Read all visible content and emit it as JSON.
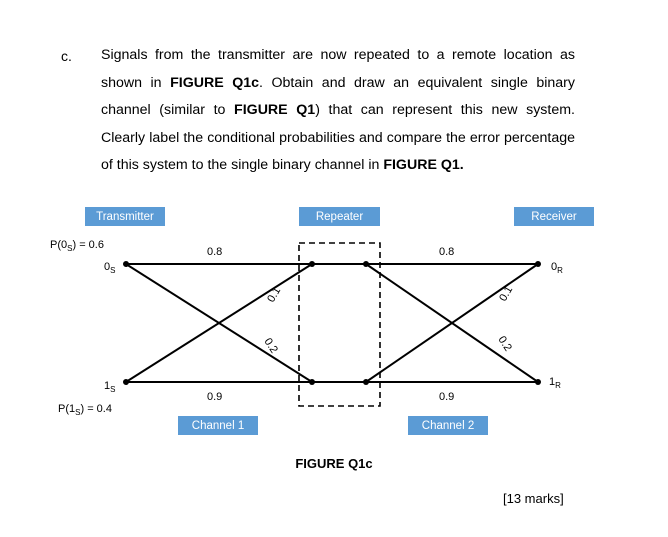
{
  "question": {
    "number": "c.",
    "segments": [
      {
        "t": "Signals from the transmitter are now repeated to a remote location as shown in ",
        "b": false
      },
      {
        "t": "FIGURE Q1c",
        "b": true
      },
      {
        "t": ". Obtain and draw an equivalent single binary channel (similar to ",
        "b": false
      },
      {
        "t": "FIGURE Q1",
        "b": true
      },
      {
        "t": ") that can represent this new system. Clearly label the conditional probabilities and compare the error percentage of this system to the single binary channel in ",
        "b": false
      },
      {
        "t": "FIGURE Q1.",
        "b": true
      }
    ]
  },
  "figure": {
    "boxes": {
      "transmitter": "Transmitter",
      "repeater": "Repeater",
      "receiver": "Receiver",
      "channel1": "Channel 1",
      "channel2": "Channel 2"
    },
    "box_color": "#5b9bd5",
    "prior0": {
      "pre": "P(0",
      "sub": "S",
      "post": ") = 0.6"
    },
    "prior1": {
      "pre": "P(1",
      "sub": "S",
      "post": ") = 0.4"
    },
    "node_in0": {
      "main": "0",
      "sub": "S"
    },
    "node_in1": {
      "main": "1",
      "sub": "S"
    },
    "node_out0": {
      "main": "0",
      "sub": "R"
    },
    "node_out1": {
      "main": "1",
      "sub": "R"
    },
    "ch1": {
      "p00": "0.8",
      "p11": "0.9",
      "p01": "0.1",
      "p10": "0.2"
    },
    "ch2": {
      "p00": "0.8",
      "p11": "0.9",
      "p01": "0.1",
      "p10": "0.2"
    },
    "caption": "FIGURE Q1c",
    "marks": "[13 marks]"
  }
}
